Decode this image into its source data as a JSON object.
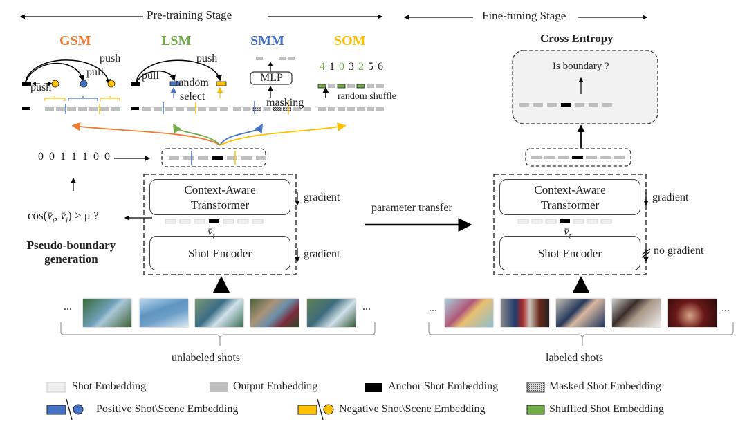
{
  "stages": {
    "pretraining": "Pre-training Stage",
    "finetuning": "Fine-tuning Stage"
  },
  "modules": {
    "gsm": {
      "title": "GSM",
      "color": "#ed7d31",
      "push_top": "push",
      "pull": "pull",
      "push_bottom": "push"
    },
    "lsm": {
      "title": "LSM",
      "color": "#70ad47",
      "push": "push",
      "pull": "pull",
      "random": "random",
      "select": "select"
    },
    "smm": {
      "title": "SMM",
      "color": "#4472c4",
      "mlp": "MLP",
      "masking": "masking"
    },
    "som": {
      "title": "SOM",
      "color": "#ffc000",
      "order": [
        "4",
        "1",
        "0",
        "3",
        "2",
        "5",
        "6"
      ],
      "order_highlight": [
        true,
        false,
        true,
        false,
        true,
        false,
        false
      ],
      "shuffle": "random shuffle"
    }
  },
  "finetune": {
    "loss_title": "Cross Entropy",
    "question": "Is boundary ?"
  },
  "pseudo": {
    "labels": "0 0 1 1 1 0 0",
    "condition": "cos(v̄t, v̄i) > μ ?",
    "cond_parts": {
      "cos": "cos(",
      "v1": "v̄",
      "s1": "t",
      "comma": ", ",
      "v2": "v̄",
      "s2": "i",
      "rest": ") > μ ?"
    },
    "title_line1": "Pseudo-boundary",
    "title_line2": "generation"
  },
  "encoder": {
    "transformer_line1": "Context-Aware",
    "transformer_line2": "Transformer",
    "shot_encoder": "Shot Encoder",
    "anchor_var": "v̄",
    "anchor_sub": "t",
    "gradient": "gradient",
    "no_gradient": "no gradient"
  },
  "transfer": "parameter transfer",
  "shots": {
    "ellipsis": "...",
    "unlabeled": "unlabeled shots",
    "labeled": "labeled shots"
  },
  "legend": {
    "shot": "Shot Embedding",
    "output": "Output Embedding",
    "anchor": "Anchor Shot Embedding",
    "masked": "Masked Shot Embedding",
    "positive": "Positive Shot\\Scene Embedding",
    "negative": "Negative Shot\\Scene Embedding",
    "shuffled": "Shuffled Shot Embedding"
  },
  "colors": {
    "orange": "#ed7d31",
    "green": "#70ad47",
    "blue": "#4472c4",
    "yellow": "#ffc000",
    "gray": "#bfbfbf",
    "light": "#eeeeee",
    "anchor": "#000000"
  }
}
